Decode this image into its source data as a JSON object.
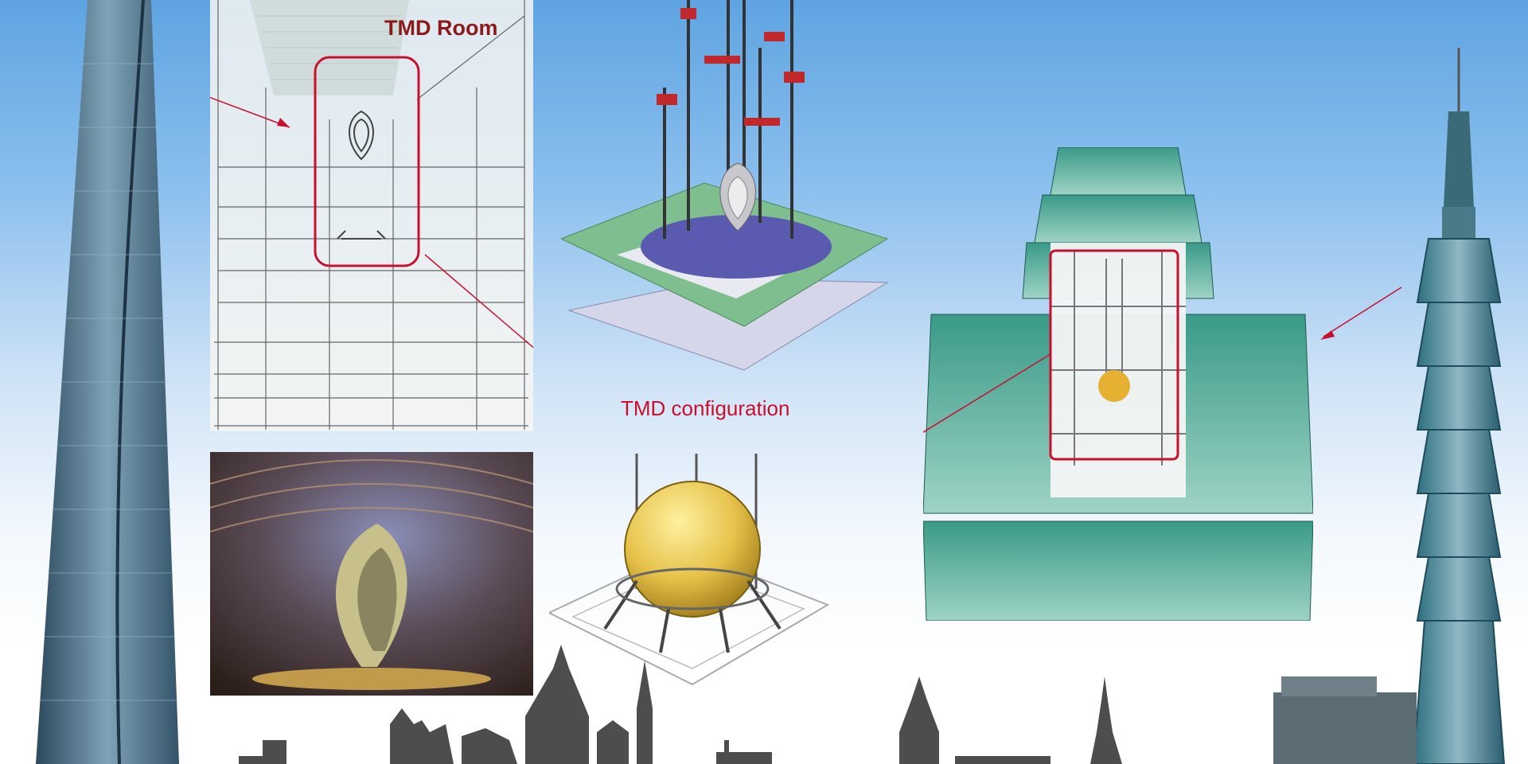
{
  "labels": {
    "tmd_room": "TMD Room",
    "tmd_configuration": "TMD configuration"
  },
  "colors": {
    "annotation_red": "#c8102e",
    "sky_top": "#5ea4e2",
    "glass_green": "#2f8f80",
    "damper_gold": "#e6c24a",
    "skyline_gray": "#4d4d4d"
  },
  "icons": {
    "tower_left": "shanghai-tower-illustration",
    "tower_right": "taipei-101-illustration",
    "section": "tmd-room-section-drawing",
    "photo": "tmd-sculpture-photo",
    "config_3d": "tmd-3d-configuration-render",
    "sphere_damper": "spherical-tuned-mass-damper",
    "tower_cutaway": "taipei-101-cutaway",
    "skyline": "city-skyline-silhouette"
  }
}
